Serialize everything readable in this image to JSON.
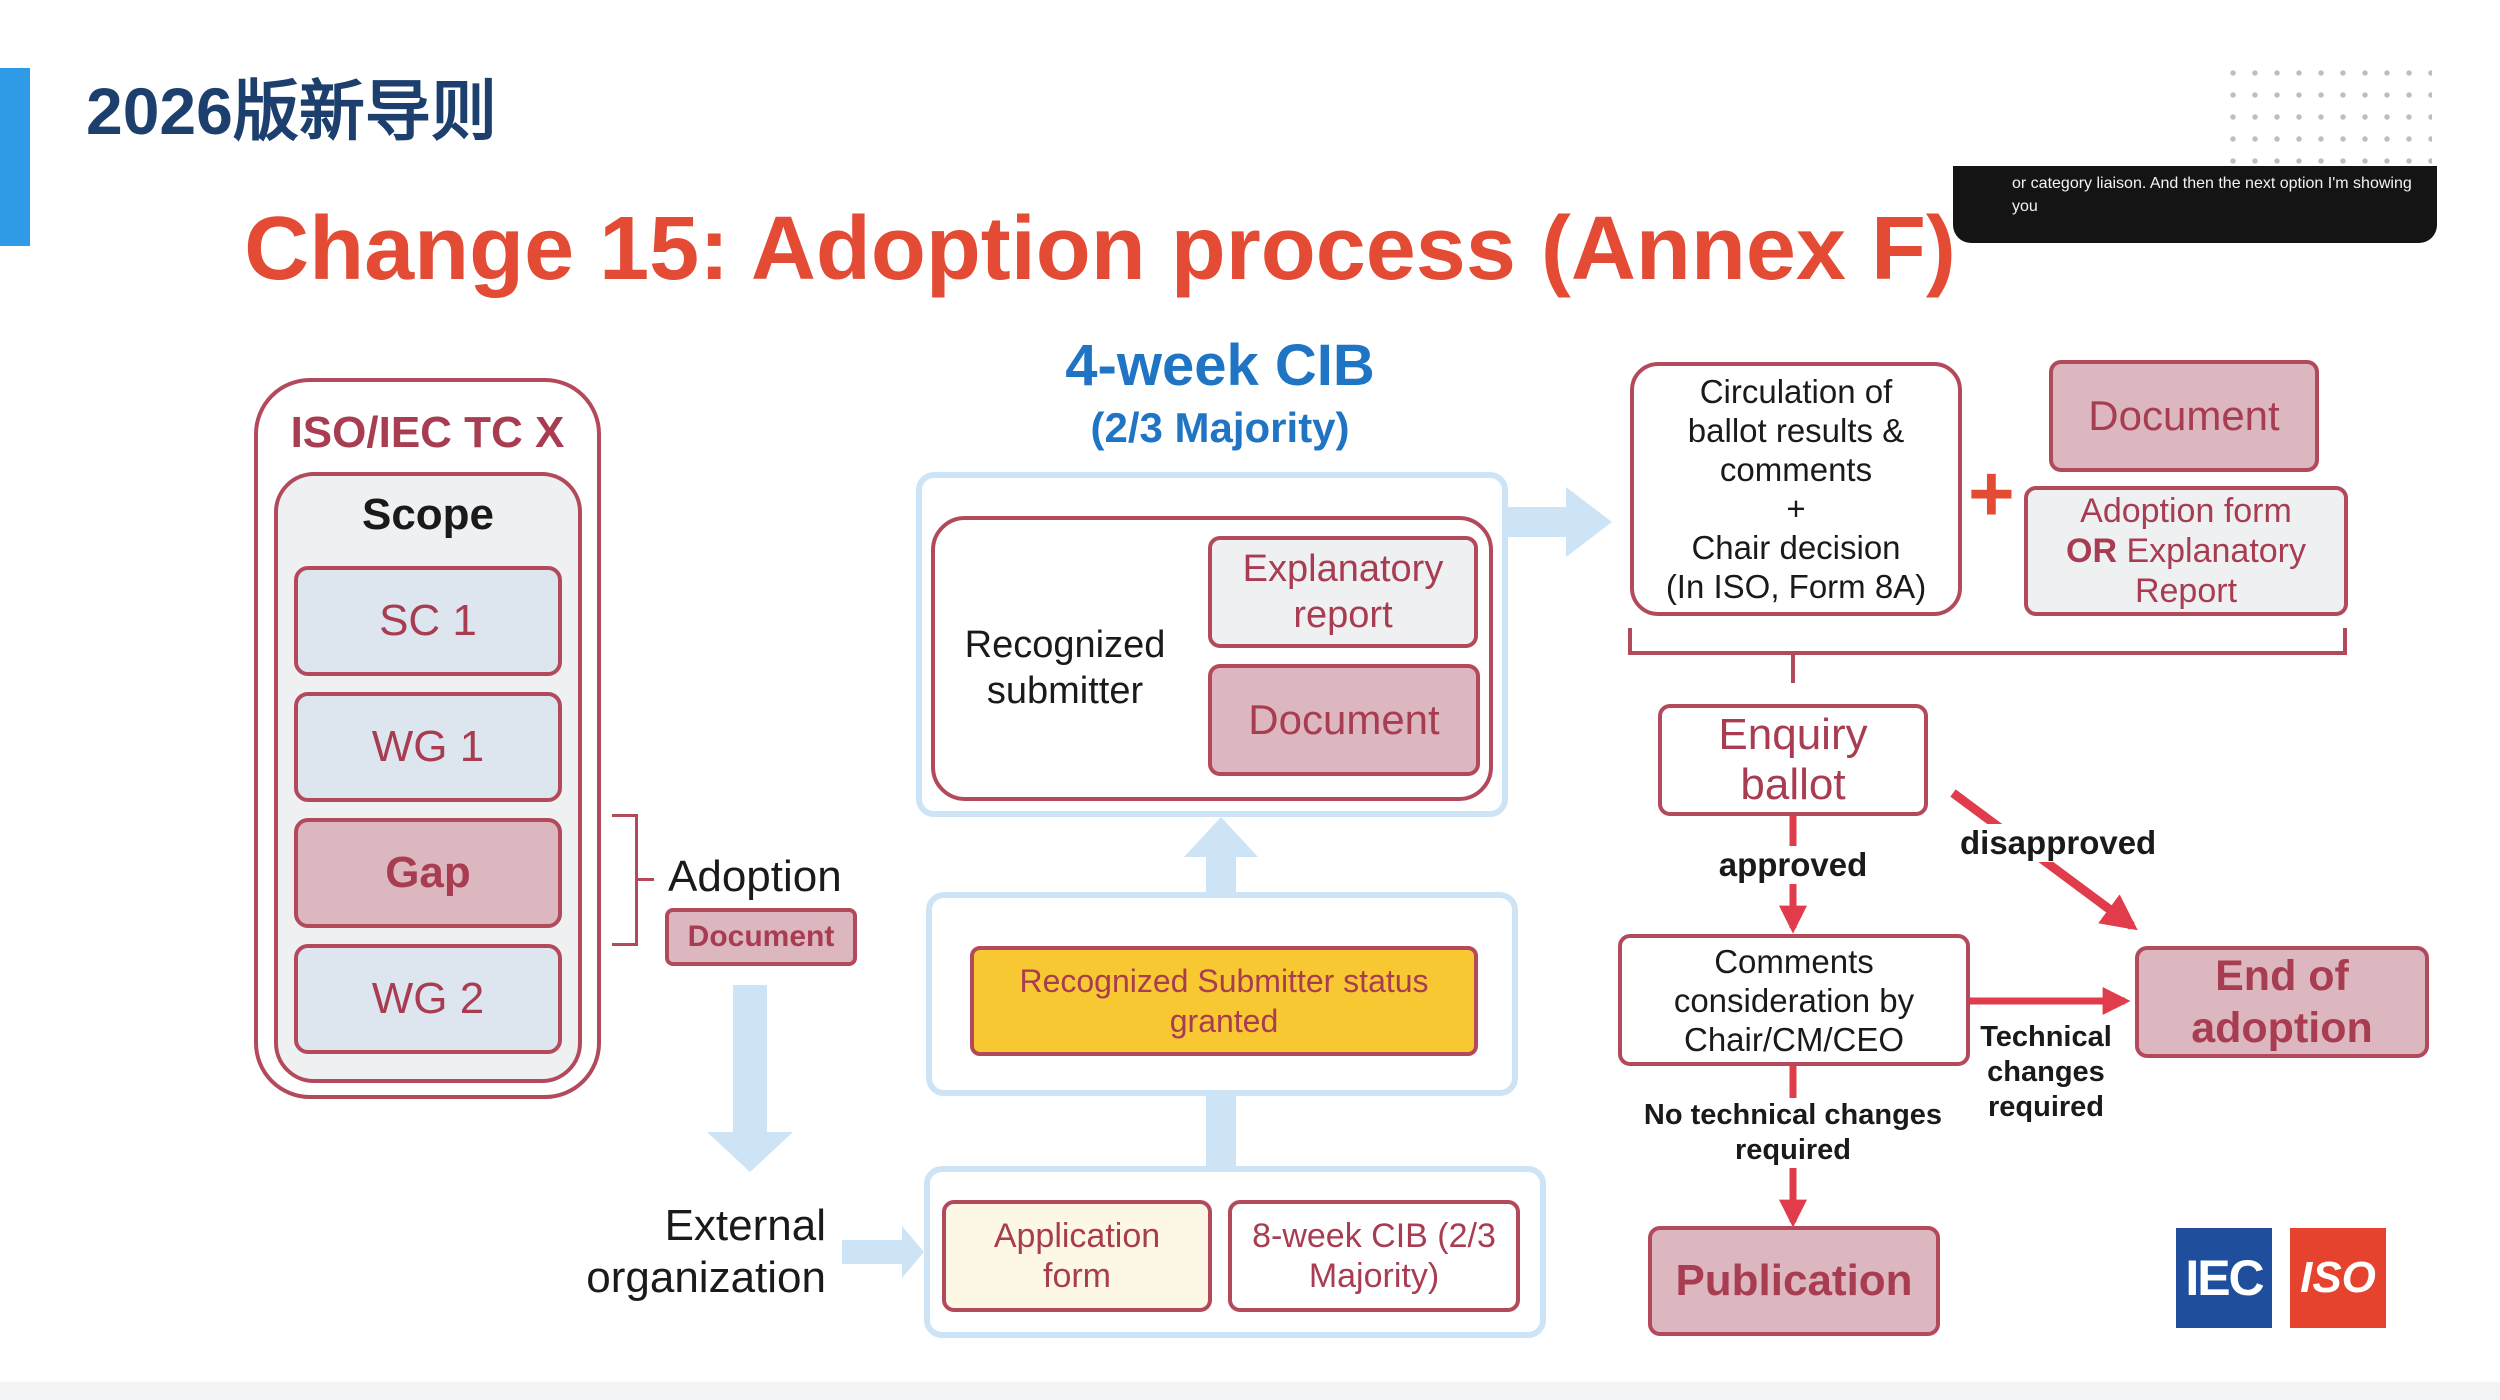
{
  "header": {
    "title": "2026版新导则"
  },
  "slide_title": "Change 15: Adoption process (Annex F)",
  "caption": {
    "text": "or category liaison. And then the next option I'm showing you"
  },
  "tc_panel": {
    "title": "ISO/IEC TC X",
    "scope_label": "Scope",
    "items": [
      "SC 1",
      "WG 1",
      "Gap",
      "WG 2"
    ]
  },
  "adoption": {
    "label": "Adoption",
    "document": "Document"
  },
  "external_org": {
    "label": "External organization"
  },
  "cib_header": {
    "title": "4-week CIB",
    "subtitle": "(2/3 Majority)"
  },
  "submitter_box": {
    "label": "Recognized submitter",
    "explanatory_report": "Explanatory report",
    "document": "Document"
  },
  "status_box": {
    "label": "Recognized Submitter status granted"
  },
  "application_box": {
    "application_form": "Application form",
    "cib_8week": "8-week CIB (2/3 Majority)"
  },
  "circulation": {
    "line1": "Circulation of",
    "line2": "ballot results &",
    "line3": "comments",
    "plus": "+",
    "line4": "Chair decision",
    "line5": "(In ISO, Form 8A)"
  },
  "right_docs": {
    "plus": "+",
    "document": "Document",
    "adoption_form": "Adoption form",
    "or_word": "OR",
    "explanatory": "Explanatory",
    "report": "Report"
  },
  "enquiry": {
    "label": "Enquiry ballot",
    "approved": "approved",
    "disapproved": "disapproved"
  },
  "comments": {
    "label": "Comments consideration by Chair/CM/CEO"
  },
  "end_of_adoption": {
    "label": "End of adoption"
  },
  "technical_changes": {
    "label": "Technical changes required"
  },
  "no_technical_changes": {
    "label": "No technical changes required"
  },
  "publication": {
    "label": "Publication"
  },
  "logos": {
    "iec": "IEC",
    "iso": "ISO"
  },
  "colors": {
    "title_red": "#e34b35",
    "header_navy": "#1d3f6e",
    "accent_blue": "#2f9be6",
    "maroon": "#a83d52",
    "pink_fill": "#ddb7c0",
    "light_blue_fill": "#dde6ef",
    "arrow_blue": "#cce4f5",
    "yellow_fill": "#f7c832",
    "cream_fill": "#fdf8e6",
    "cib_blue": "#1f74c3",
    "arrow_red": "#e03c4b"
  }
}
